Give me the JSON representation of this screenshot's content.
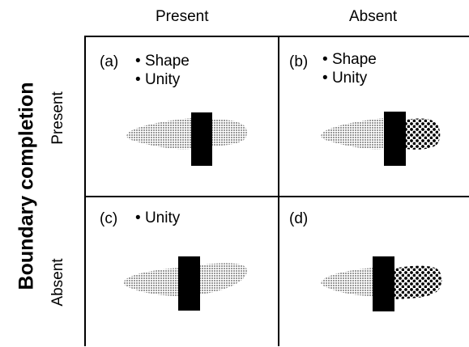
{
  "columns": {
    "present": "Present",
    "absent": "Absent"
  },
  "rows": {
    "title": "Boundary completion",
    "present": "Present",
    "absent": "Absent"
  },
  "cells": {
    "a": {
      "label": "(a)",
      "bullets": [
        "Shape",
        "Unity"
      ],
      "occluded_part": "gray"
    },
    "b": {
      "label": "(b)",
      "bullets": [
        "Shape",
        "Unity"
      ],
      "occluded_part": "dotted"
    },
    "c": {
      "label": "(c)",
      "bullets": [
        "Unity"
      ],
      "occluded_part": "gray"
    },
    "d": {
      "label": "(d)",
      "bullets": [],
      "occluded_part": "dotted"
    }
  },
  "colors": {
    "line": "#000000",
    "gray": "#b8b8b8",
    "occluder": "#000000"
  },
  "bullet_symbol": "•"
}
